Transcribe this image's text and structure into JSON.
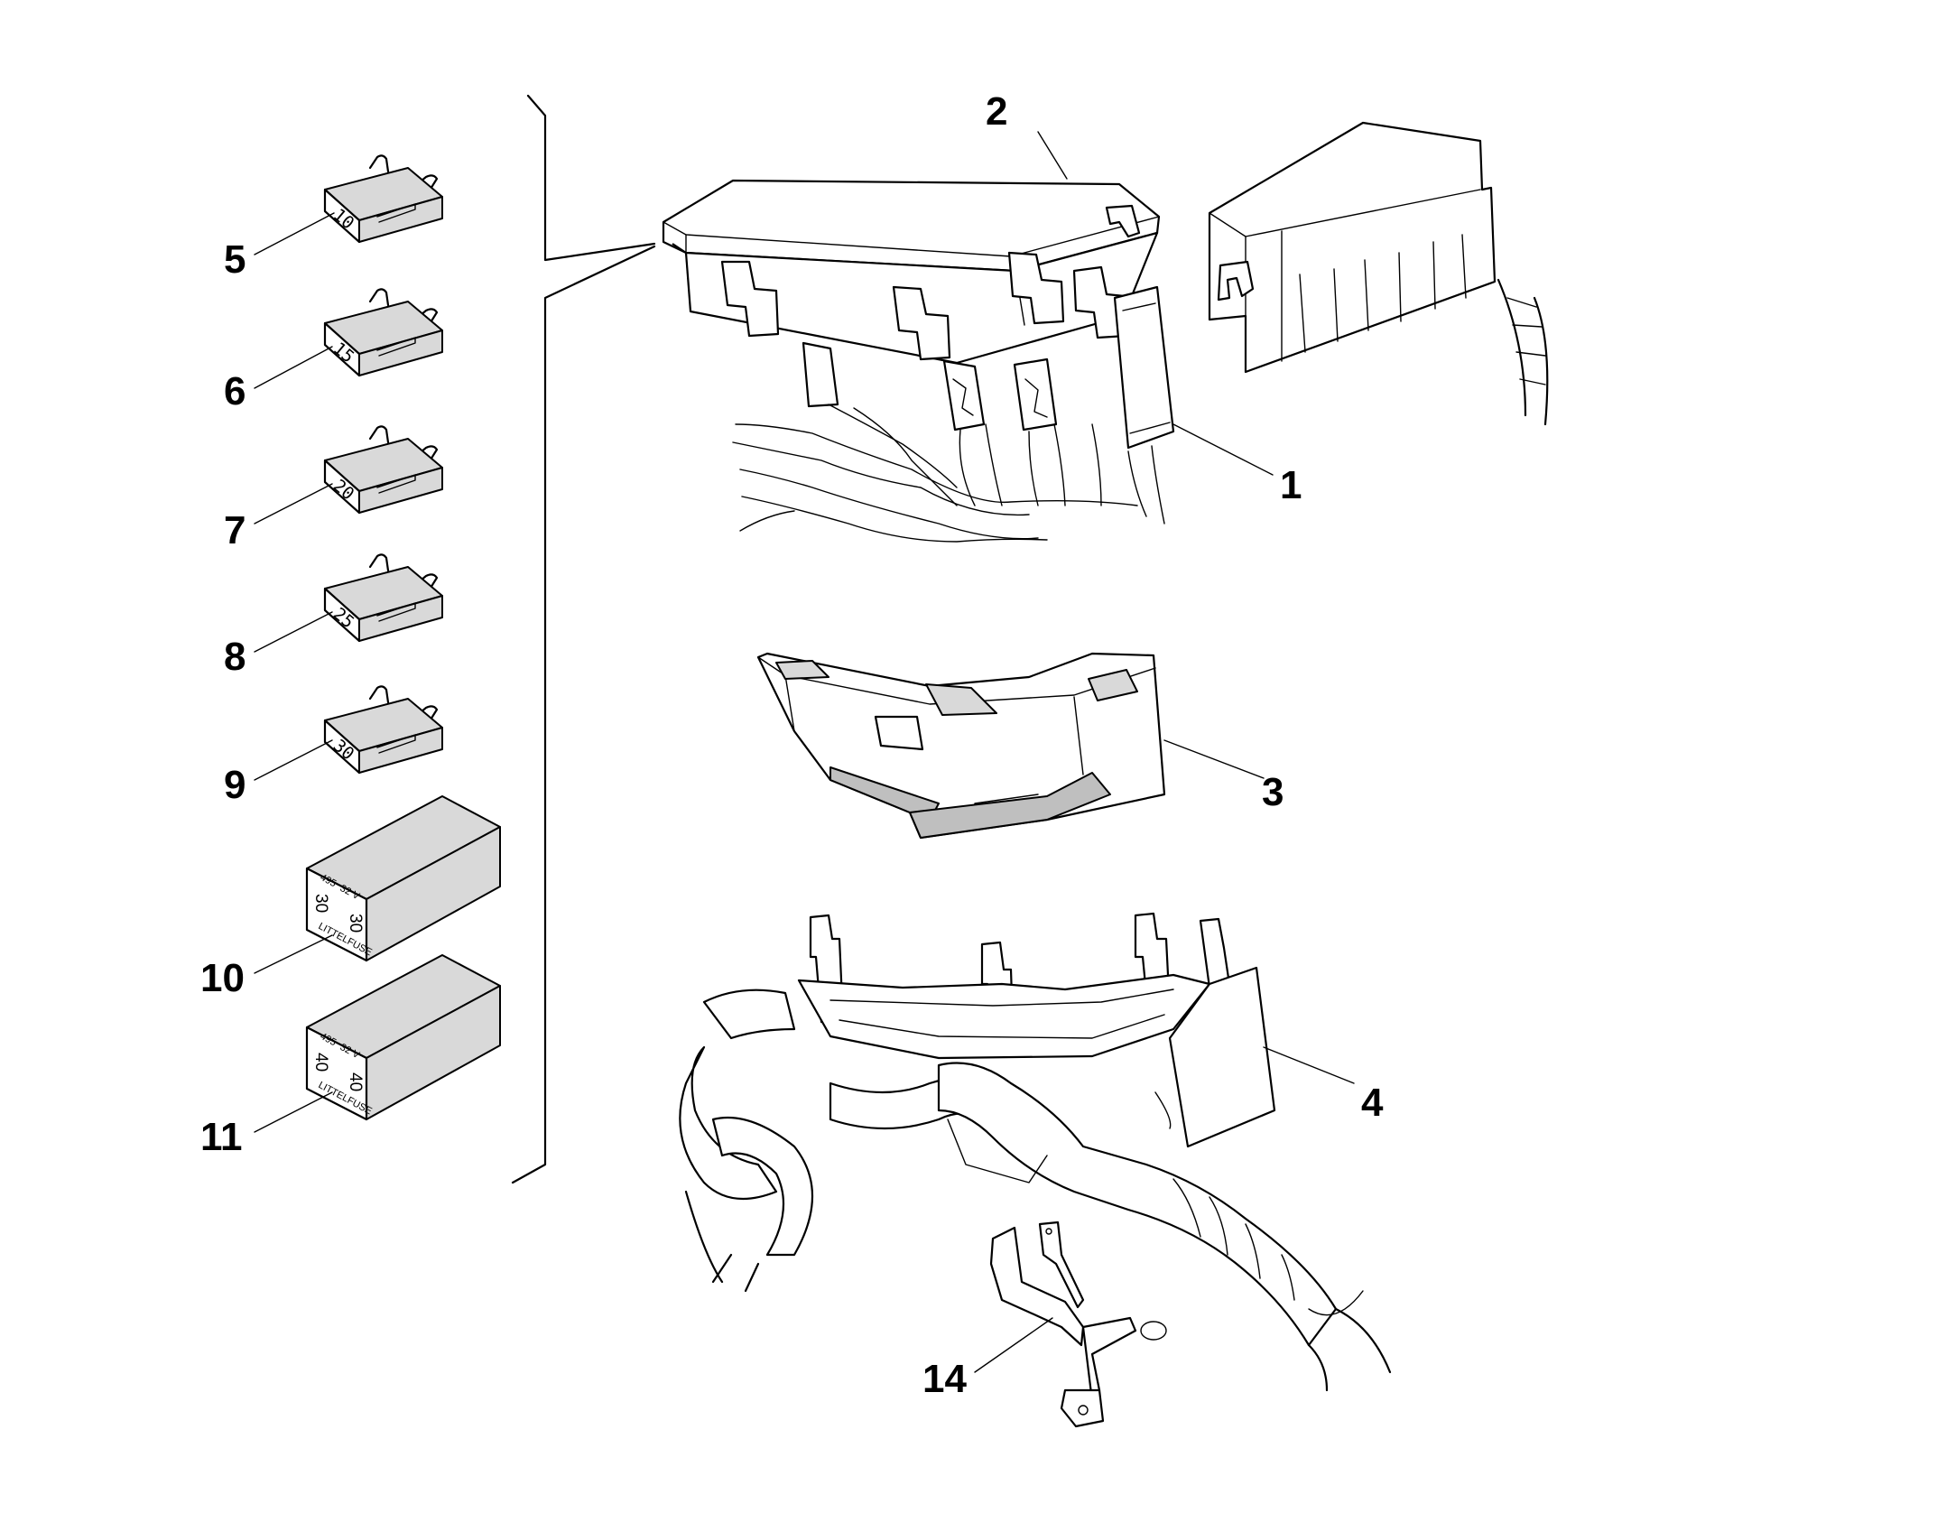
{
  "callouts": {
    "c1": "1",
    "c2": "2",
    "c3": "3",
    "c4": "4",
    "c5": "5",
    "c6": "6",
    "c7": "7",
    "c8": "8",
    "c9": "9",
    "c10": "10",
    "c11": "11",
    "c14": "14"
  },
  "fuses": {
    "f5": "10",
    "f6": "15",
    "f7": "20",
    "f8": "25",
    "f9": "30"
  },
  "maxi_fuses": {
    "m10": {
      "rating": "30",
      "rating_side": "30",
      "voltage": "32 V",
      "model": "495",
      "brand": "LITTELFUSE"
    },
    "m11": {
      "rating": "40",
      "rating_side": "40",
      "voltage": "32 V",
      "model": "495",
      "brand": "LITTELFUSE"
    }
  }
}
